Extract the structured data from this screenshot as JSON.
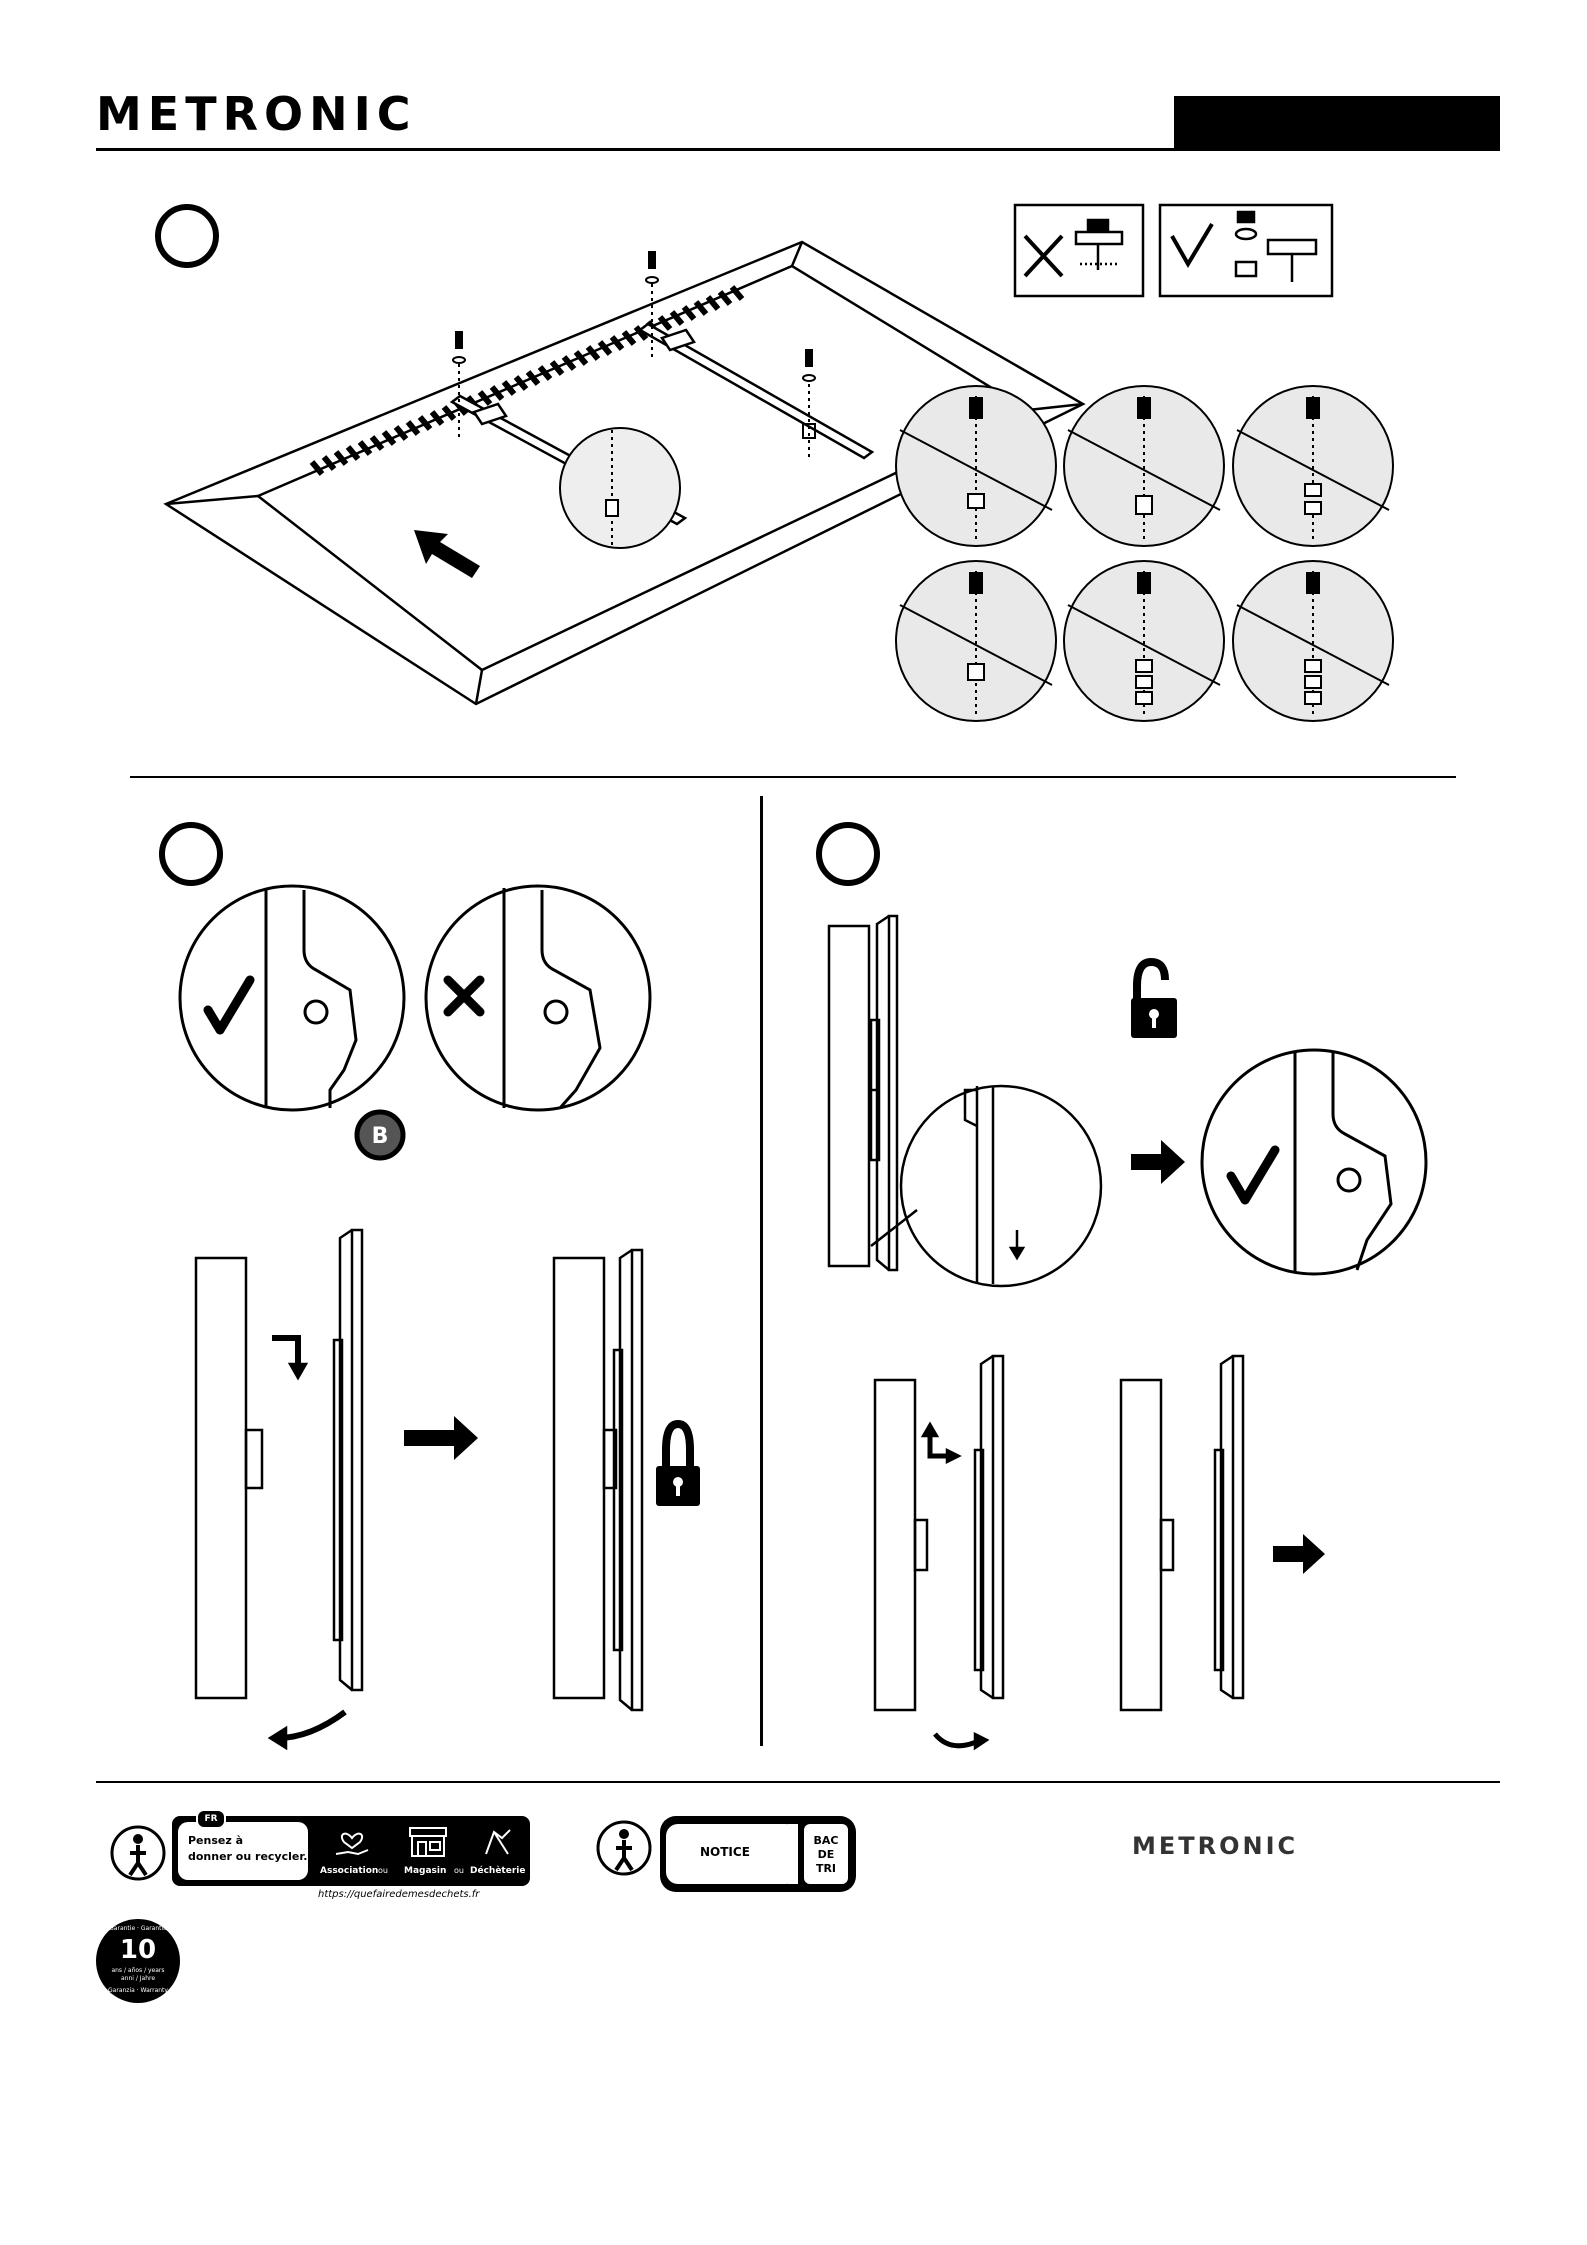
{
  "header": {
    "brand": "METRONIC"
  },
  "step2": {
    "badge": "B"
  },
  "recycling": {
    "fr_badge": "FR",
    "headline_line1": "Pensez à",
    "headline_line2": "donner ou recycler.",
    "options": [
      "Association",
      "Magasin",
      "Déchèterie"
    ],
    "or_word": "ou",
    "url": "https://quefairedemesdechets.fr",
    "notice_label": "NOTICE",
    "bin_label_lines": [
      "BAC",
      "DE",
      "TRI"
    ]
  },
  "footer": {
    "brand": "METRONIC"
  },
  "warranty": {
    "number": "10",
    "arc_top": "Garantie · Garantía",
    "arc_bottom": "Garanzia · Warranty",
    "sub_line1": "ans / años / years",
    "sub_line2": "anni / Jahre"
  }
}
